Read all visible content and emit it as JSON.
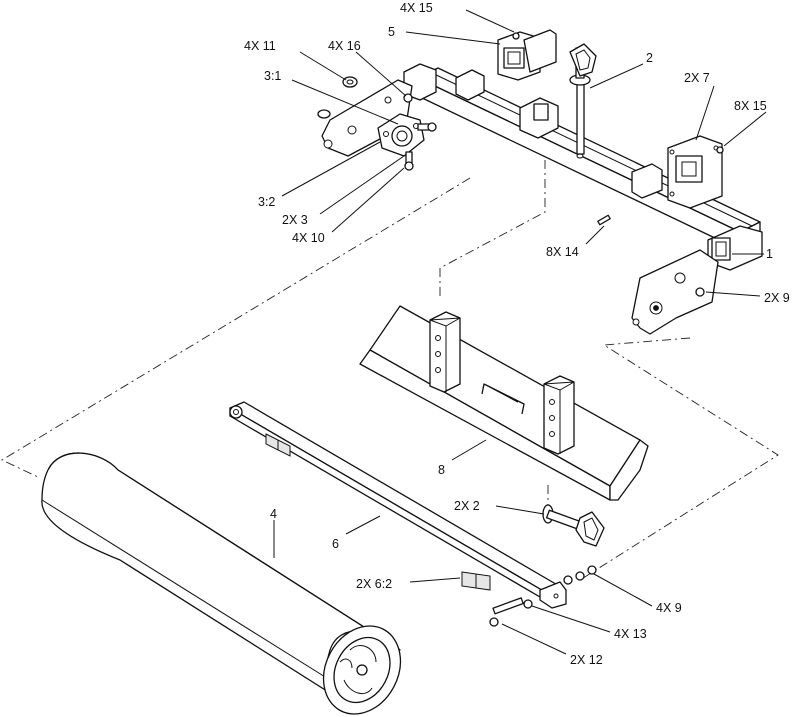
{
  "callouts": [
    {
      "id": "4x15-top",
      "text": "4X 15"
    },
    {
      "id": "5",
      "text": "5"
    },
    {
      "id": "4x11",
      "text": "4X 11"
    },
    {
      "id": "4x16",
      "text": "4X 16"
    },
    {
      "id": "3-1",
      "text": "3:1"
    },
    {
      "id": "2",
      "text": "2"
    },
    {
      "id": "2x7",
      "text": "2X  7"
    },
    {
      "id": "8x15",
      "text": "8X  15"
    },
    {
      "id": "3-2",
      "text": "3:2"
    },
    {
      "id": "2x3",
      "text": "2X  3"
    },
    {
      "id": "4x10",
      "text": "4X  10"
    },
    {
      "id": "8x14",
      "text": "8X 14"
    },
    {
      "id": "1",
      "text": "1"
    },
    {
      "id": "2x9",
      "text": "2X  9"
    },
    {
      "id": "8",
      "text": "8"
    },
    {
      "id": "2x2",
      "text": "2X  2"
    },
    {
      "id": "4",
      "text": "4"
    },
    {
      "id": "6",
      "text": "6"
    },
    {
      "id": "2x6-2",
      "text": "2X  6:2"
    },
    {
      "id": "4x9",
      "text": "4X 9"
    },
    {
      "id": "4x13",
      "text": "4X 13"
    },
    {
      "id": "2x12",
      "text": "2X 12"
    }
  ]
}
